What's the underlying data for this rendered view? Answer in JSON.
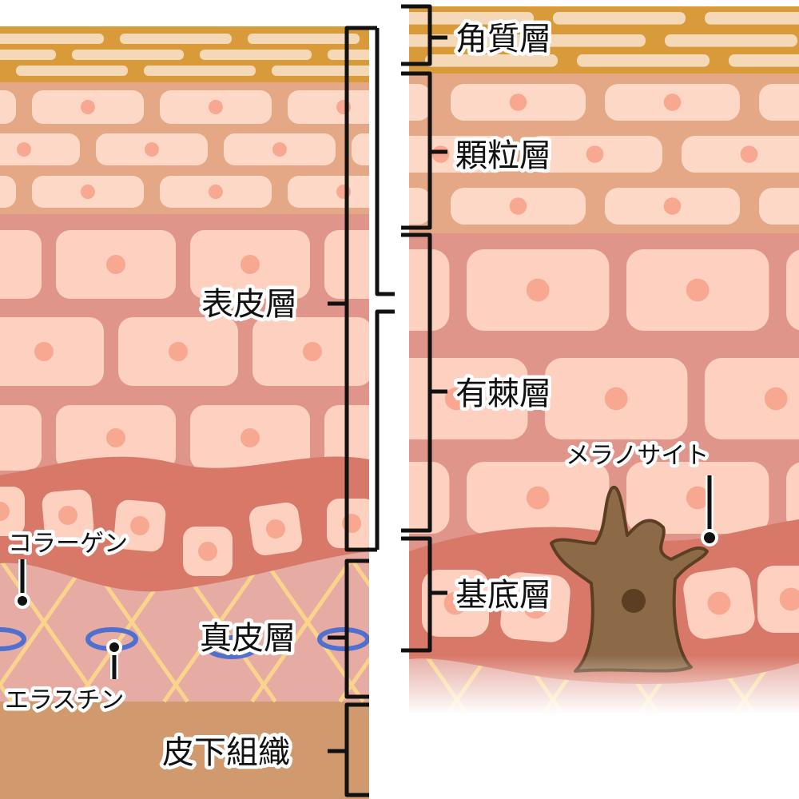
{
  "title": "皮膚の構造",
  "colors": {
    "corneum": "#d99a3a",
    "corneum_cell": "#f4d8b8",
    "granular": "#e4a886",
    "granular_cell": "#fdd8c6",
    "spinous": "#e0958a",
    "spinous_cell": "#fdd0c0",
    "nucleus": "#f8a890",
    "basal": "#d87868",
    "dermis": "#e6aca4",
    "collagen": "#fad48c",
    "elastin": "#5070d0",
    "subcutaneous": "#d09a6e",
    "melanocyte": "#8c6a48",
    "melanocyte_outline": "#5c3e22"
  },
  "labels": {
    "epidermis": "表皮層",
    "dermis": "真皮層",
    "subcutaneous": "皮下組織",
    "stratum_corneum": "角質層",
    "stratum_granulosum": "顆粒層",
    "stratum_spinosum": "有棘層",
    "stratum_basale": "基底層",
    "collagen": "コラーゲン",
    "elastin": "エラスチン",
    "melanocyte": "メラノサイト"
  }
}
